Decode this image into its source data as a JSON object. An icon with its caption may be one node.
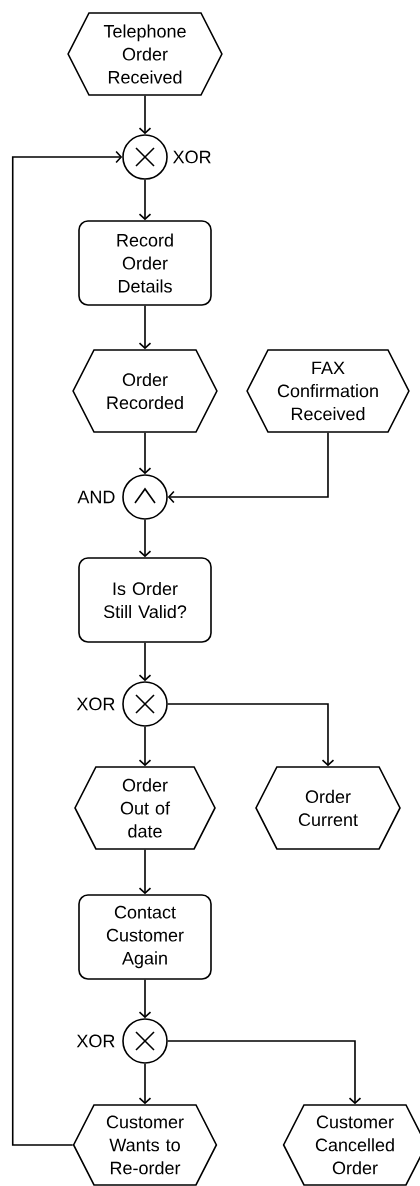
{
  "diagram": {
    "nodes": [
      {
        "text": [
          "Telephone Order Received"
        ]
      },
      {
        "text": [],
        "shape": "circle",
        "beside": [
          "XOR"
        ]
      },
      {
        "text": [
          "Record Order Details"
        ]
      },
      {
        "text": [
          "Order Recorded"
        ]
      },
      {
        "text": [
          "FAX Confirmation Received"
        ]
      },
      {
        "text": [],
        "shape": "circle",
        "beside": [
          "AND"
        ]
      },
      {
        "text": [
          "Is Order Still Valid?"
        ]
      },
      {
        "text": [],
        "shape": "circle",
        "beside": [
          "XOR"
        ]
      },
      {
        "text": [
          "Order Out of date"
        ]
      },
      {
        "text": [
          "Order Current"
        ]
      },
      {
        "text": [
          "Contact Customer Again"
        ]
      },
      {
        "text": [],
        "shape": "circle",
        "beside": [
          "XOR"
        ]
      },
      {
        "text": [
          "Customer Wants to Re-order"
        ]
      },
      {
        "text": [
          "Customer Cancelled Order"
        ]
      }
    ],
    "edges": [
      {
        "from": 0,
        "to": 1,
        "arrow": "to"
      },
      {
        "from": 12,
        "to": 1,
        "arrow": "to"
      },
      {
        "from": 1,
        "to": 2,
        "arrow": "to"
      },
      {
        "from": 2,
        "to": 3,
        "arrow": "to"
      },
      {
        "from": 3,
        "to": 5,
        "arrow": "to"
      },
      {
        "from": 4,
        "to": 5,
        "arrow": "to"
      },
      {
        "from": 5,
        "to": 6,
        "arrow": "to"
      },
      {
        "from": 6,
        "to": 7,
        "arrow": "to"
      },
      {
        "from": 7,
        "to": 8,
        "arrow": "to"
      },
      {
        "from": 7,
        "to": 9,
        "arrow": "to"
      },
      {
        "from": 8,
        "to": 10,
        "arrow": "to"
      },
      {
        "from": 10,
        "to": 11,
        "arrow": "to"
      },
      {
        "from": 11,
        "to": 12,
        "arrow": "to"
      },
      {
        "from": 11,
        "to": 13,
        "arrow": "to"
      }
    ]
  }
}
